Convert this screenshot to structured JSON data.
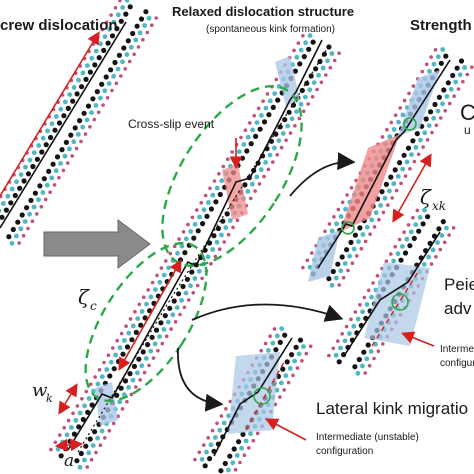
{
  "headers": {
    "left": "crew dislocation",
    "center": "Relaxed dislocation structure",
    "center_sub": "(spontaneous kink formation)",
    "right": "Strength"
  },
  "labels": {
    "cross_slip": "Cross-slip event",
    "zeta_c": "ζ",
    "zeta_c_sub": "c",
    "zeta_xk": "ζ",
    "zeta_xk_sub": "xk",
    "w_k": "w",
    "w_k_sub": "k",
    "a": "a",
    "right_top_cut": "C",
    "right_top_cut2": "u",
    "peierls_cut": "Peie",
    "peierls_cut2": "adv",
    "intermediate_cut": "Intermediate",
    "intermediate_cut2": "configura",
    "lateral": "Lateral kink migratio",
    "intermediate_full": "Intermediate (unstable)",
    "configuration": "configuration"
  },
  "colors": {
    "black_atom": "#141414",
    "cyan_atom": "#4fb8c4",
    "pink_atom": "#c0507a",
    "shade_blue": "#a9c6e6",
    "shade_red": "#ef8a8a",
    "green_dash": "#2aa84a",
    "red": "#d62020",
    "arrow_gray": "#8a8a8a"
  }
}
